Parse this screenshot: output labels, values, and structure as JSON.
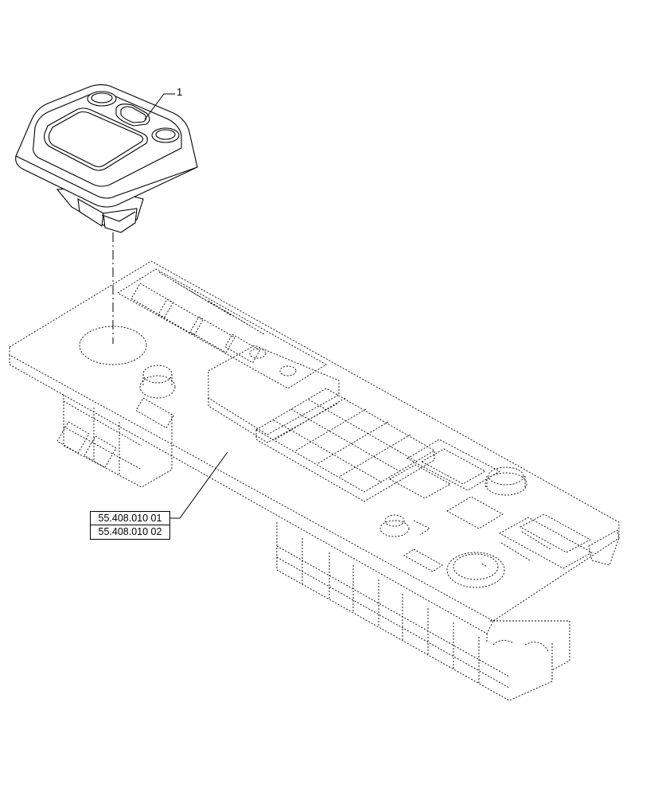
{
  "callout_label": "1",
  "references": [
    "55.408.010 01",
    "55.408.010 02"
  ],
  "colors": {
    "line": "#000000",
    "background": "#ffffff"
  }
}
